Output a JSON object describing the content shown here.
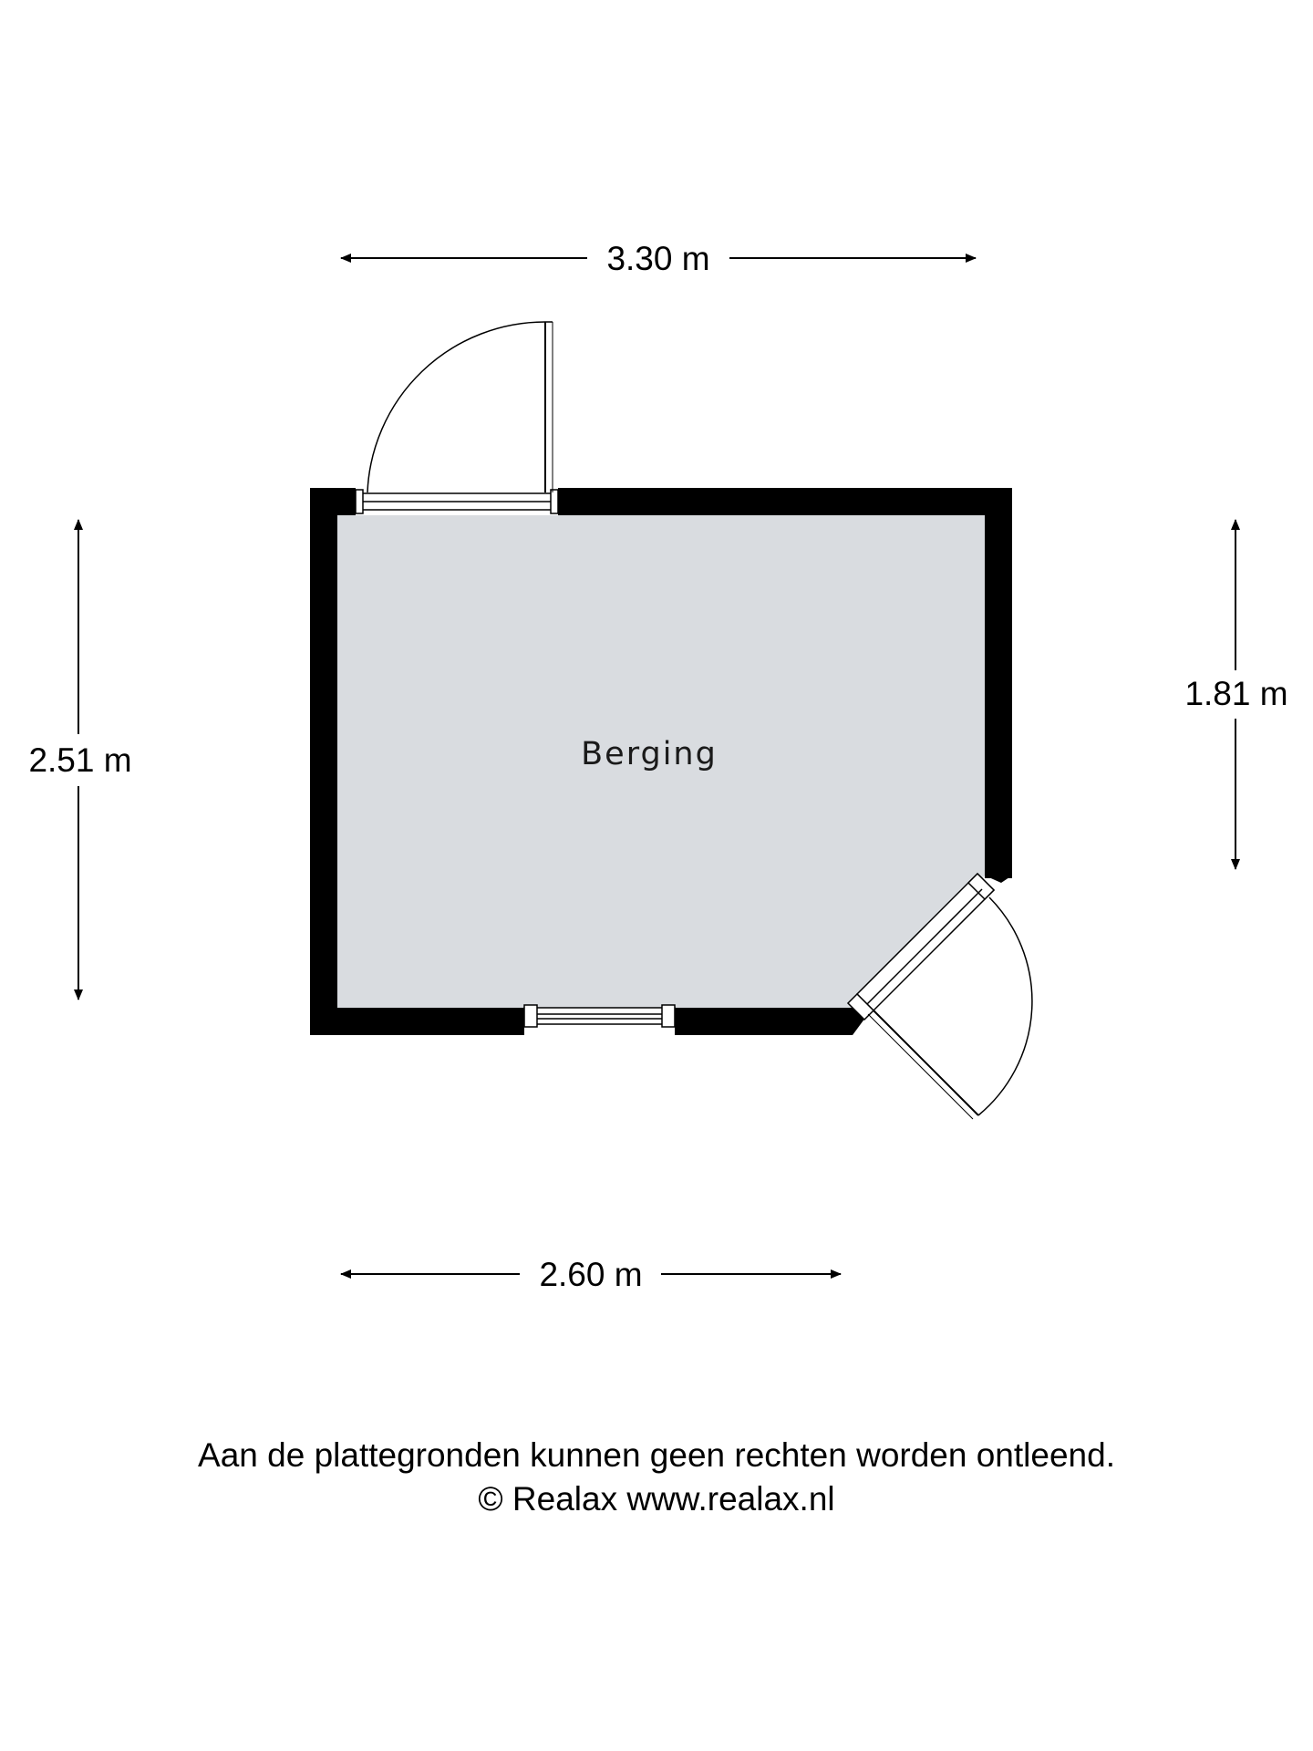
{
  "floorplan": {
    "room": {
      "name": "Berging",
      "fill": "#d9dce0"
    },
    "wall_color": "#000000",
    "dimensions": {
      "top_width": "3.30 m",
      "bottom_width": "2.60 m",
      "left_height": "2.51 m",
      "right_height": "1.81 m"
    },
    "doors": [
      "door-top",
      "door-diagonal"
    ],
    "windows": [
      "window-bottom"
    ]
  },
  "footer": {
    "disclaimer": "Aan de plattegronden kunnen geen rechten worden ontleend.",
    "copyright": "© Realax www.realax.nl"
  }
}
